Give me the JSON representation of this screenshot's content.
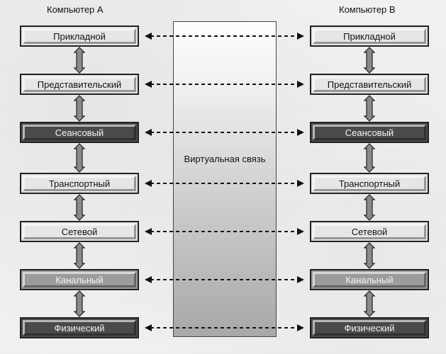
{
  "computer_a": {
    "title": "Компьютер А"
  },
  "computer_b": {
    "title": "Компьютер В"
  },
  "virtual_link": {
    "label": "Виртуальная связь"
  },
  "layers": [
    {
      "name": "Прикладной",
      "style": "light"
    },
    {
      "name": "Представительский",
      "style": "light"
    },
    {
      "name": "Сеансовый",
      "style": "dark"
    },
    {
      "name": "Транспортный",
      "style": "light"
    },
    {
      "name": "Сетевой",
      "style": "light"
    },
    {
      "name": "Канальный",
      "style": "mid"
    },
    {
      "name": "Физический",
      "style": "dark"
    }
  ],
  "colors": {
    "light": "#e6e6e6",
    "mid": "#9c9c9c",
    "dark": "#4a4a4a",
    "text_light": "#111111",
    "text_dark": "#f4f4f4"
  }
}
